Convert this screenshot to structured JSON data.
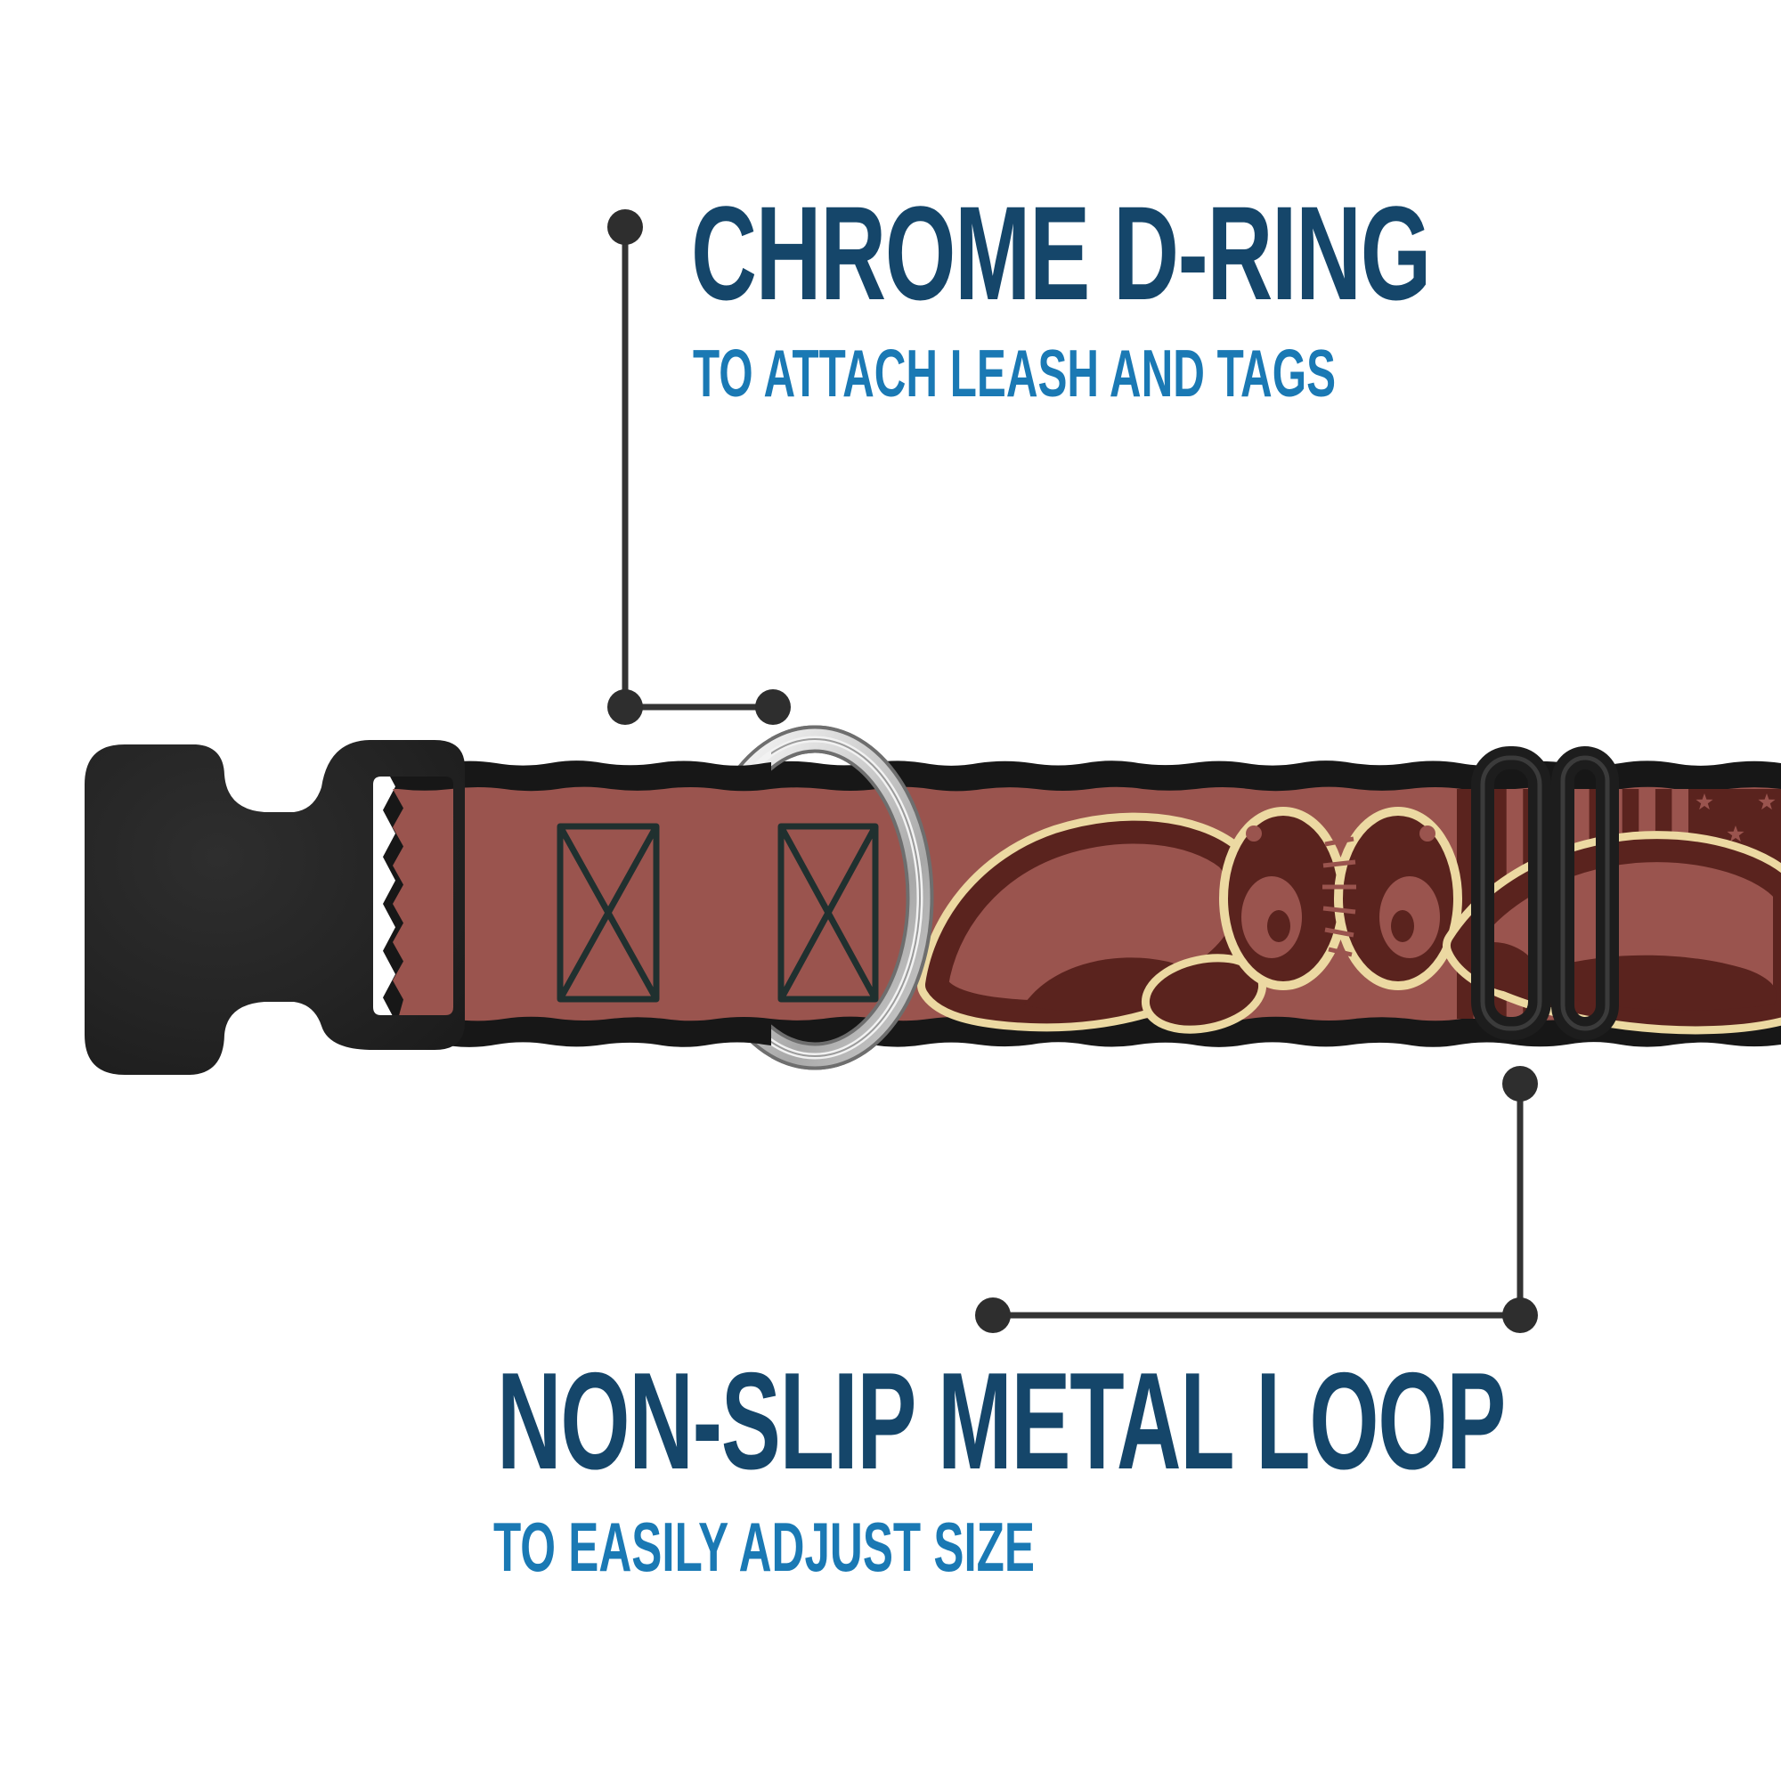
{
  "annotations": {
    "top": {
      "title": "CHROME D-RING",
      "subtitle": "TO ATTACH LEASH AND TAGS"
    },
    "bottom": {
      "title": "NON-SLIP METAL LOOP",
      "subtitle": "TO EASILY ADJUST SIZE"
    }
  },
  "colors": {
    "title_navy": "#15466a",
    "subtitle_blue": "#1a79b4",
    "callout_line": "#333333",
    "callout_dot": "#2e2e2e",
    "strap_maroon": "#9a544e",
    "pattern_dark_brown": "#5a231e",
    "pattern_cream": "#ecd9a2",
    "webbing_edge_black": "#171717",
    "buckle_black": "#232323",
    "slider_black": "#1d1d1d",
    "chrome_light": "#f5f5f5",
    "chrome_mid": "#c9c9c9",
    "chrome_dark": "#8f8f8f",
    "background": "#ffffff"
  },
  "graphics": {
    "buckle": "plastic-side-release-buckle",
    "d_ring": "chrome-d-ring",
    "slider": "non-slip-metal-loop-slider",
    "strap": "collar-webbing-otter-stars-stripes-pattern"
  }
}
